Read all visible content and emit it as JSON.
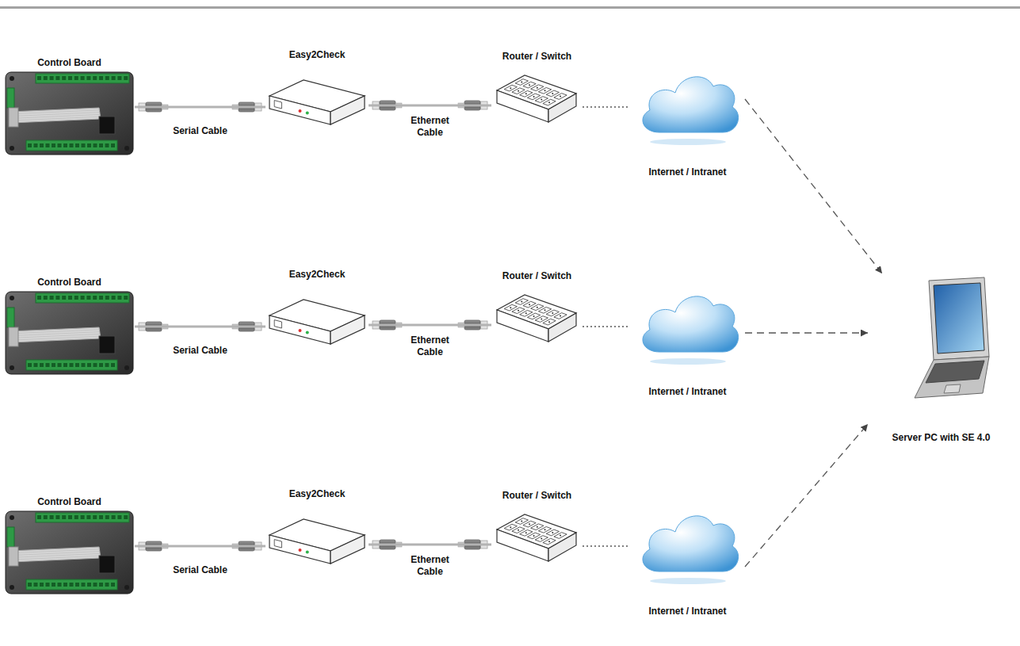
{
  "diagram": {
    "nodes": [
      {
        "text": [
          "Control Board"
        ]
      },
      {
        "text": [
          "Easy2Check"
        ]
      },
      {
        "text": [
          "Router / Switch"
        ]
      },
      {
        "text": [
          "Internet / Intranet"
        ]
      },
      {
        "text": [
          "Control Board"
        ]
      },
      {
        "text": [
          "Easy2Check"
        ]
      },
      {
        "text": [
          "Router / Switch"
        ]
      },
      {
        "text": [
          "Internet / Intranet"
        ]
      },
      {
        "text": [
          "Control Board"
        ]
      },
      {
        "text": [
          "Easy2Check"
        ]
      },
      {
        "text": [
          "Router / Switch"
        ]
      },
      {
        "text": [
          "Internet / Intranet"
        ]
      },
      {
        "text": [
          "Server PC with SE 4.0"
        ]
      }
    ],
    "edges": [
      {
        "from": 0,
        "to": 1,
        "arrow": "none",
        "label": "Serial Cable"
      },
      {
        "from": 1,
        "to": 2,
        "arrow": "none",
        "label": "Ethernet Cable"
      },
      {
        "from": 2,
        "to": 3,
        "arrow": "none"
      },
      {
        "from": 3,
        "to": 12,
        "arrow": "to"
      },
      {
        "from": 4,
        "to": 5,
        "arrow": "none",
        "label": "Serial Cable"
      },
      {
        "from": 5,
        "to": 6,
        "arrow": "none",
        "label": "Ethernet Cable"
      },
      {
        "from": 6,
        "to": 7,
        "arrow": "none"
      },
      {
        "from": 7,
        "to": 12,
        "arrow": "to"
      },
      {
        "from": 8,
        "to": 9,
        "arrow": "none",
        "label": "Serial Cable"
      },
      {
        "from": 9,
        "to": 10,
        "arrow": "none",
        "label": "Ethernet Cable"
      },
      {
        "from": 10,
        "to": 11,
        "arrow": "none"
      },
      {
        "from": 11,
        "to": 12,
        "arrow": "to"
      }
    ]
  }
}
